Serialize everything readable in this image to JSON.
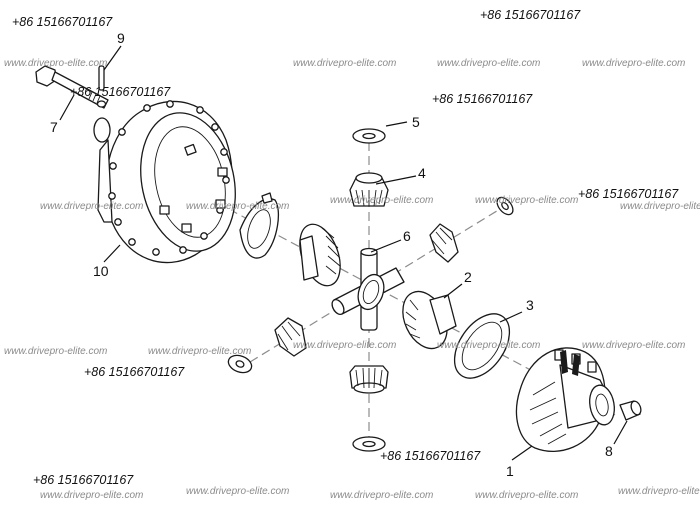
{
  "colors": {
    "line": "#1a1a1a",
    "axis": "#8c8c8c",
    "watermark_site": "#8a8a8a",
    "watermark_phone": "#111111"
  },
  "watermarks": {
    "phone": "+86 15166701167",
    "site": "www.drivepro-elite.com"
  },
  "callouts": [
    "1",
    "2",
    "3",
    "4",
    "5",
    "6",
    "7",
    "8",
    "9",
    "10"
  ]
}
